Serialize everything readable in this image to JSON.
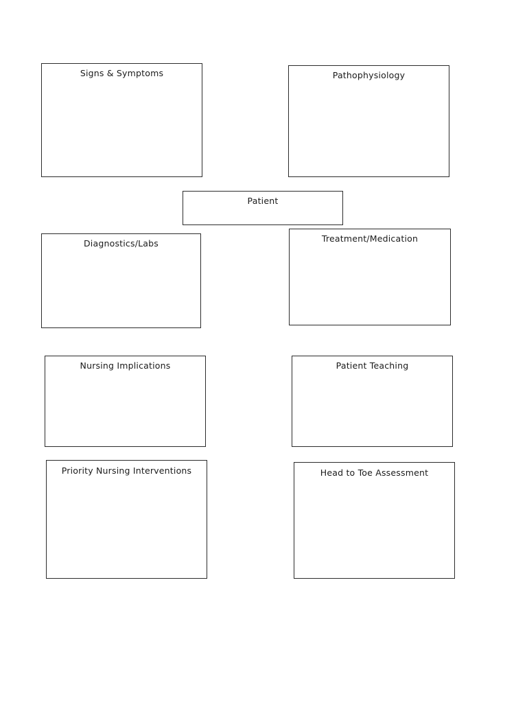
{
  "colors": {
    "background": "#ffffff",
    "box_border": "#2b2b2b",
    "text": "#1a1a1a"
  },
  "boxes": [
    {
      "label": "Signs & Symptoms"
    },
    {
      "label": "Pathophysiology"
    },
    {
      "label": "Patient"
    },
    {
      "label": "Diagnostics/Labs"
    },
    {
      "label": "Treatment/Medication"
    },
    {
      "label": "Nursing Implications"
    },
    {
      "label": "Patient Teaching"
    },
    {
      "label": "Priority Nursing Interventions"
    },
    {
      "label": "Head to Toe Assessment"
    }
  ]
}
